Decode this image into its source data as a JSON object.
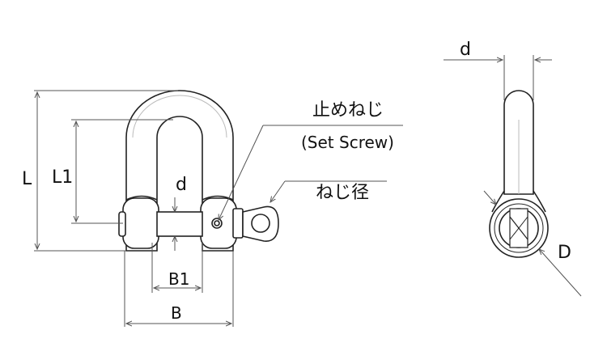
{
  "labels": {
    "length": "L",
    "inner_length": "L1",
    "diameter": "d",
    "pin_diameter": "d",
    "inner_width": "B1",
    "width": "B",
    "set_screw_jp": "止めねじ",
    "set_screw_en": "(Set Screw)",
    "thread_dia": "ねじ径",
    "outer_dia": "D"
  },
  "colors": {
    "line": "#222222",
    "dim_line": "#555555",
    "fill": "#ffffff"
  }
}
